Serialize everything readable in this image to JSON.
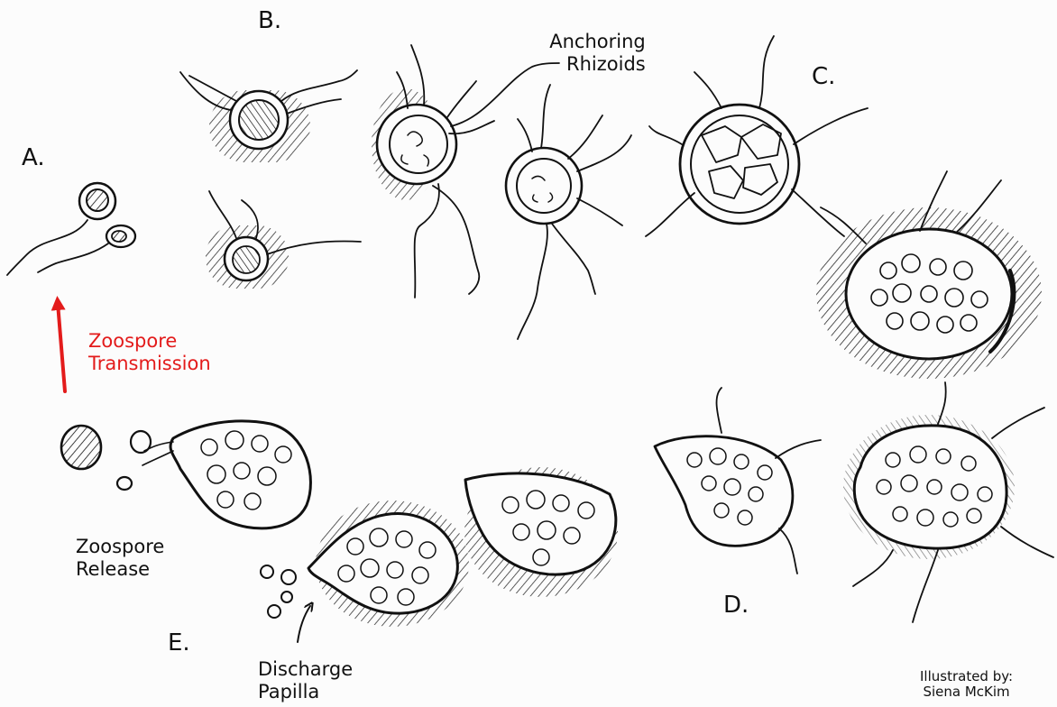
{
  "stage_labels": {
    "a": "A.",
    "b": "B.",
    "c": "C.",
    "d": "D.",
    "e": "E."
  },
  "captions": {
    "anchoring_line1": "Anchoring",
    "anchoring_line2": "Rhizoids",
    "transmission_line1": "Zoospore",
    "transmission_line2": "Transmission",
    "release_line1": "Zoospore",
    "release_line2": "Release",
    "papilla_line1": "Discharge",
    "papilla_line2": "Papilla"
  },
  "credit": {
    "line1": "Illustrated by:",
    "line2": "Siena McKim"
  },
  "colors": {
    "ink": "#111111",
    "accent": "#e31b1b",
    "paper": "#fcfcfc"
  }
}
